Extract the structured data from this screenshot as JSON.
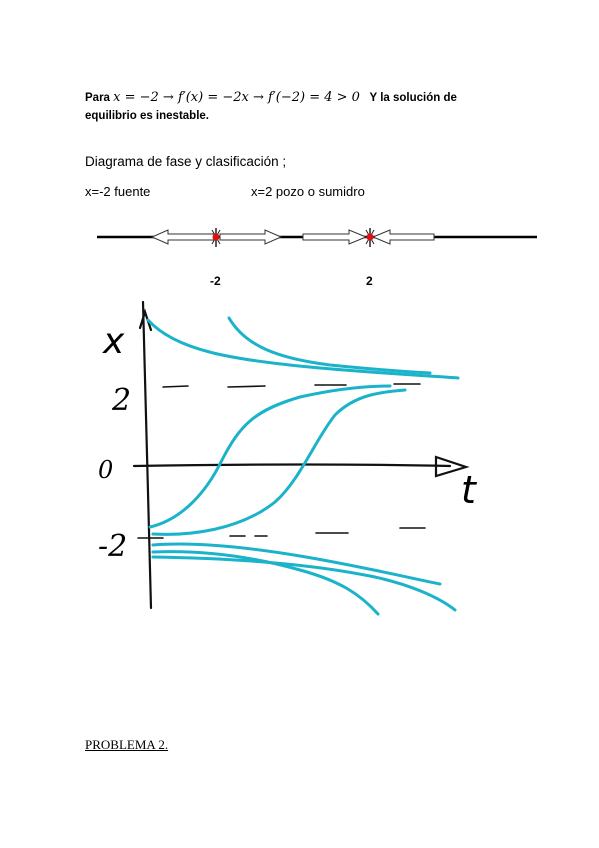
{
  "intro": {
    "para": "Para",
    "math": "x = −2 → f′(x) = −2x  → f′(−2) = 4 > 0",
    "tail_line1": "Y la solución de",
    "line2": "equilibrio es  inestable."
  },
  "diagram_heading": "Diagrama de fase y clasificación ;",
  "labels": {
    "fuente": "x=-2 fuente",
    "pozo": "x=2 pozo o sumidro"
  },
  "phase_line": {
    "points": [
      "-2",
      "2"
    ],
    "point_color": "#e01010"
  },
  "sketch": {
    "axis_x_label": "t",
    "axis_y_label": "x",
    "tick_labels": [
      "2",
      "0",
      "-2"
    ],
    "curve_color": "#1ab3c9"
  },
  "problem_heading": "PROBLEMA 2."
}
